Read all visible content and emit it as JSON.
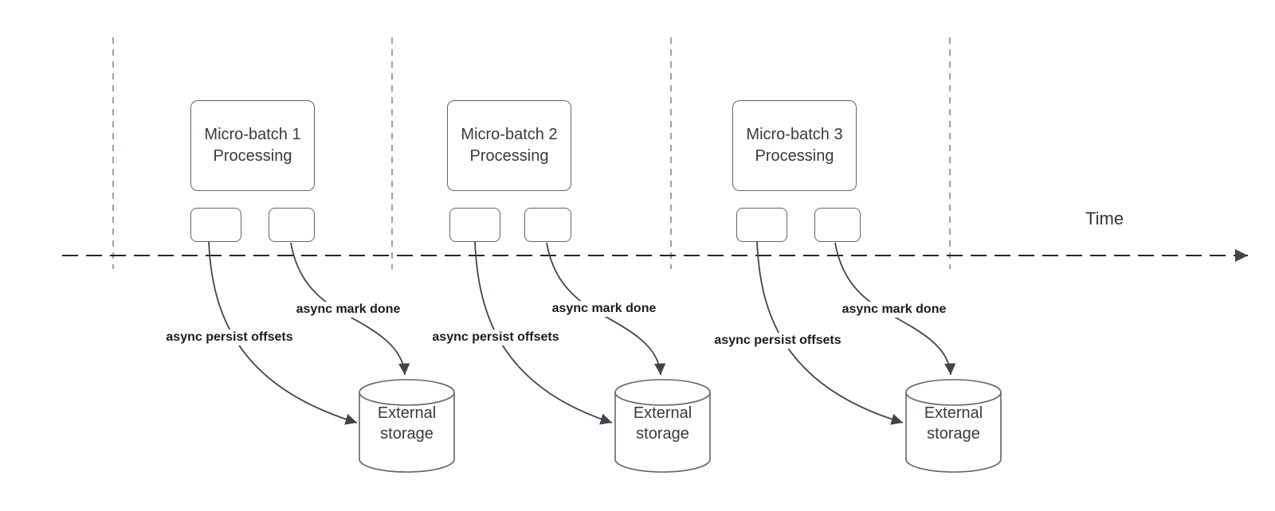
{
  "timeline": {
    "label": "Time"
  },
  "colors": {
    "shape_stroke": "#5f666e",
    "connector_stroke": "#3e454e",
    "guide_line": "#9ba0a8",
    "time_axis": "#24272c",
    "label_text": "#191c20",
    "shape_text": "#353b41"
  },
  "batches": [
    {
      "box": {
        "line1": "Micro-batch 1",
        "line2": "Processing"
      },
      "persist_label": "async persist offsets",
      "done_label": "async mark done",
      "storage": {
        "line1": "External",
        "line2": "storage"
      }
    },
    {
      "box": {
        "line1": "Micro-batch 2",
        "line2": "Processing"
      },
      "persist_label": "async persist offsets",
      "done_label": "async mark done",
      "storage": {
        "line1": "External",
        "line2": "storage"
      }
    },
    {
      "box": {
        "line1": "Micro-batch 3",
        "line2": "Processing"
      },
      "persist_label": "async persist offsets",
      "done_label": "async mark done",
      "storage": {
        "line1": "External",
        "line2": "storage"
      }
    }
  ]
}
